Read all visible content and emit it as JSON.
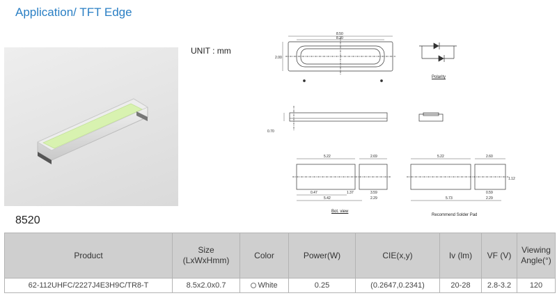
{
  "header": {
    "title": "Application/ TFT Edge"
  },
  "unit_label": "UNIT : mm",
  "model": "8520",
  "drawing": {
    "polarity_label": "Polarity",
    "bottom_view_label": "Bot. view",
    "solder_pad_label": "Recommend Solder Pad",
    "dims": {
      "top_outer": "8.50",
      "top_inner": "8.20",
      "top_height": "2.00",
      "side_height": "0.70",
      "bot_left": "5.22",
      "bot_right": "2.69",
      "bot_a": "0.47",
      "bot_b": "1.37",
      "bot_c": "3.59",
      "bot_d": "5.42",
      "bot_e": "2.29",
      "pad_left": "5.22",
      "pad_right": "2.60",
      "pad_a": "1.12",
      "pad_b": "0.59",
      "pad_c": "5.73",
      "pad_d": "2.29"
    }
  },
  "table": {
    "headers": [
      "Product",
      "Size\n(LxWxHmm)",
      "Color",
      "Power(W)",
      "CIE(x,y)",
      "Iv (lm)",
      "VF (V)",
      "Viewing\nAngle(°)"
    ],
    "rows": [
      [
        "62-112UHFC/2227J4E3H9C/TR8-T",
        "8.5x2.0x0.7",
        "White",
        "0.25",
        "(0.2647,0.2341)",
        "20-28",
        "2.8-3.2",
        "120"
      ]
    ]
  },
  "colors": {
    "title": "#2a7fc4",
    "header_bg": "#cfcfcf",
    "led_face": "#d8f2b0"
  }
}
